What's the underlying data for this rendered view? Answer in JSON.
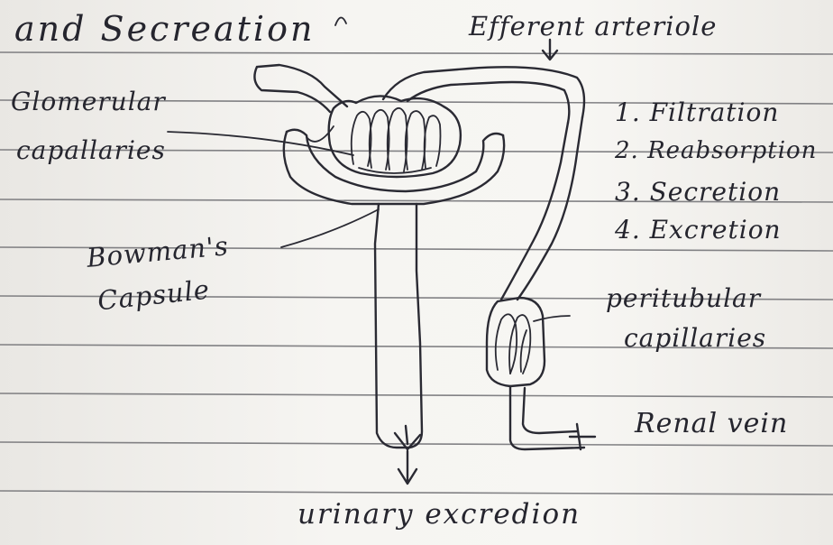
{
  "heading": "and Secreation",
  "labels": {
    "efferent_arteriole": "Efferent arteriole",
    "glomerular": "Glomerular",
    "capillaries": "capallaries",
    "bowmans": "Bowman's",
    "capsule": "Capsule",
    "peritubular": "peritubular",
    "peritubular_capillaries": "capillaries",
    "renal_vein": "Renal vein",
    "urinary_excretion": "urinary excredion"
  },
  "steps": [
    "1. Filtration",
    "2. Reabsorption",
    "3. Secretion",
    "4. Excretion"
  ],
  "colors": {
    "ink": "#2a2a33",
    "ruled_line": "#6e6e72",
    "paper": "#f6f5f2"
  }
}
